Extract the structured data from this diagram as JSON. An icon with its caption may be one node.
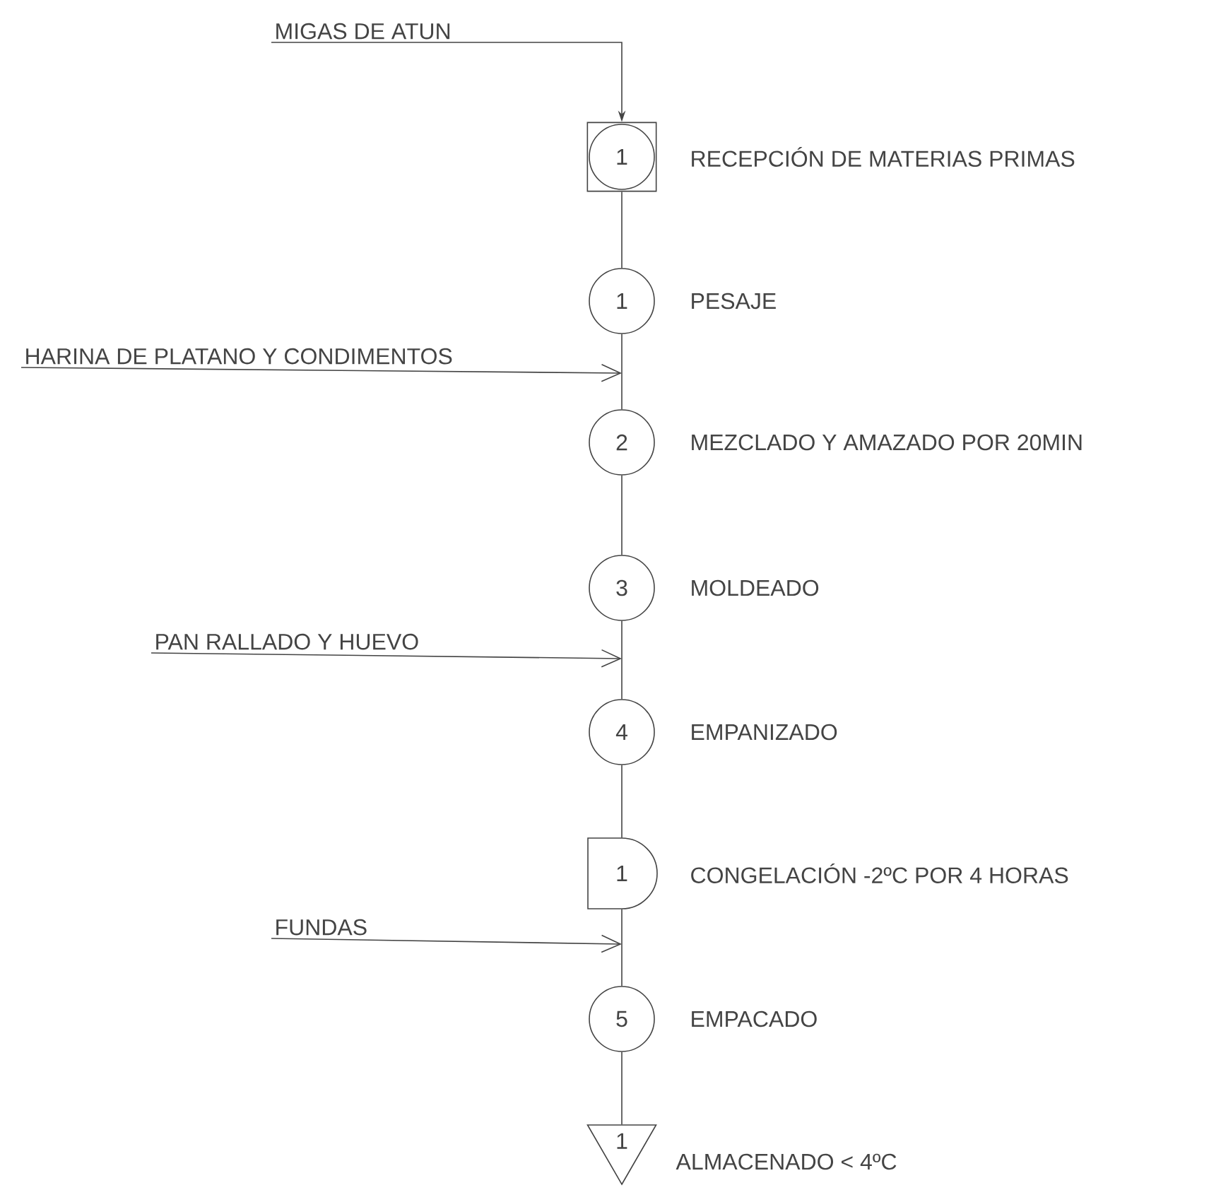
{
  "diagram": {
    "nodes": [
      {
        "text": [
          "MIGAS DE ATUN"
        ]
      },
      {
        "text": [
          "1"
        ],
        "beside": [
          "RECEPCIÓN DE MATERIAS PRIMAS"
        ]
      },
      {
        "text": [
          "1"
        ],
        "beside": [
          "PESAJE"
        ]
      },
      {
        "text": [
          "HARINA DE PLATANO Y CONDIMENTOS"
        ]
      },
      {
        "text": [
          "2"
        ],
        "beside": [
          "MEZCLADO Y AMAZADO POR 20MIN"
        ]
      },
      {
        "text": [
          "3"
        ],
        "beside": [
          "MOLDEADO"
        ]
      },
      {
        "text": [
          "PAN RALLADO Y HUEVO"
        ]
      },
      {
        "text": [
          "4"
        ],
        "beside": [
          "EMPANIZADO"
        ]
      },
      {
        "text": [
          "1"
        ],
        "beside": [
          "CONGELACIÓN -2ºC POR 4 HORAS"
        ]
      },
      {
        "text": [
          "FUNDAS"
        ]
      },
      {
        "text": [
          "5"
        ],
        "beside": [
          "EMPACADO"
        ]
      },
      {
        "text": [
          "1"
        ],
        "beside": [
          "ALMACENADO < 4ºC"
        ]
      }
    ],
    "edges": [
      {
        "from": 0,
        "to": 1,
        "arrow": "to"
      },
      {
        "from": 1,
        "to": 2,
        "arrow": "none"
      },
      {
        "from": 2,
        "to": 4,
        "arrow": "none"
      },
      {
        "from": 3,
        "to": null,
        "arrow": "to"
      },
      {
        "from": 4,
        "to": 5,
        "arrow": "none"
      },
      {
        "from": 5,
        "to": 7,
        "arrow": "none"
      },
      {
        "from": 6,
        "to": null,
        "arrow": "to"
      },
      {
        "from": 7,
        "to": 8,
        "arrow": "none"
      },
      {
        "from": 8,
        "to": 10,
        "arrow": "none"
      },
      {
        "from": 9,
        "to": null,
        "arrow": "to"
      },
      {
        "from": 10,
        "to": 11,
        "arrow": "none"
      }
    ]
  }
}
